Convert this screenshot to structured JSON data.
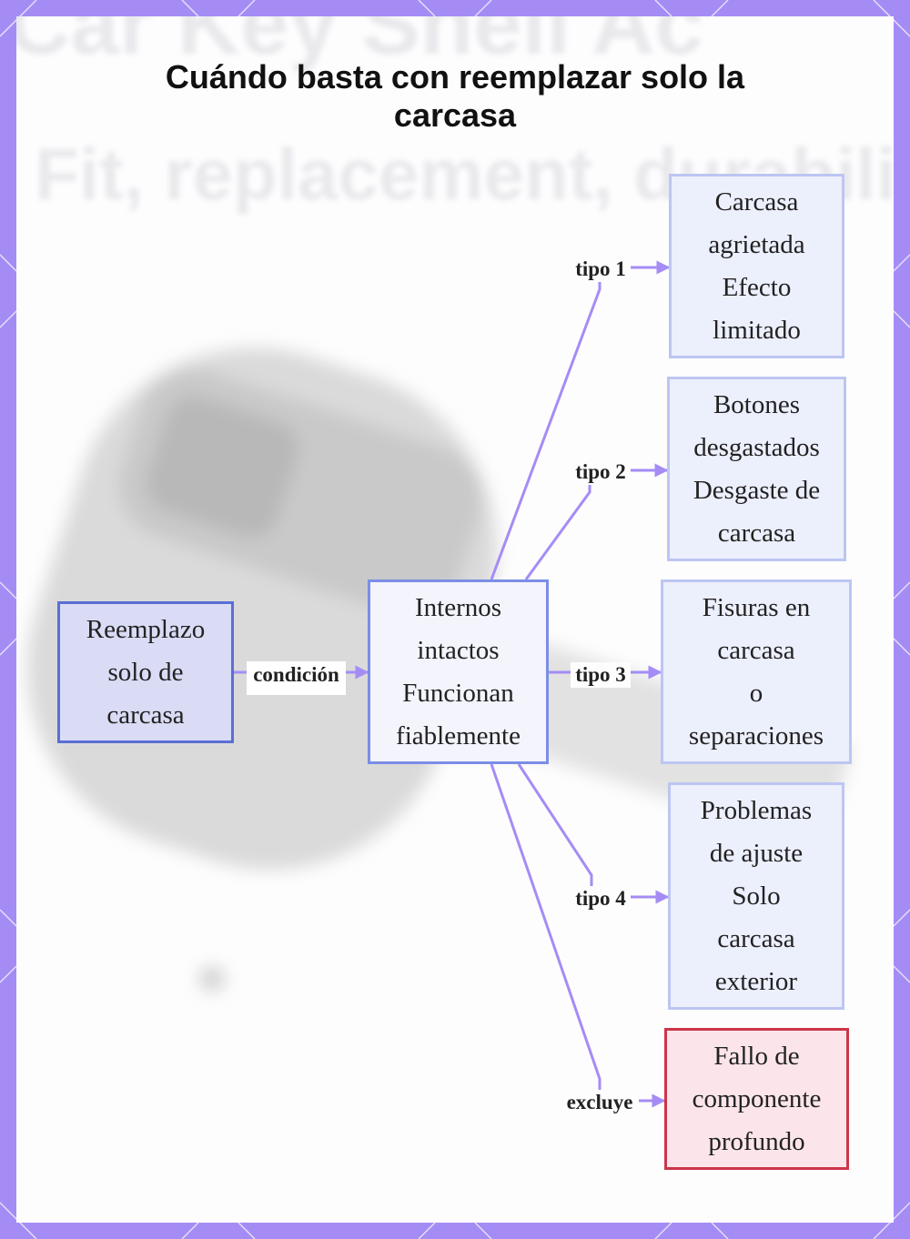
{
  "title": "Cuándo basta con reemplazar solo la carcasa",
  "background_watermark": {
    "line1": "Car Key Shell Ac",
    "line2": "Fit, replacement, durabilit"
  },
  "nodes": {
    "root": "Reemplazo\nsolo de\ncarcasa",
    "middle": "Internos\nintactos\nFuncionan\nfiablemente",
    "tipo1": "Carcasa\nagrietada\nEfecto\nlimitado",
    "tipo2": "Botones\ndesgastados\nDesgaste de\ncarcasa",
    "tipo3": "Fisuras en\ncarcasa\no\nseparaciones",
    "tipo4": "Problemas\nde ajuste\nSolo\ncarcasa\nexterior",
    "excluye": "Fallo de\ncomponente\nprofundo"
  },
  "edge_labels": {
    "condicion": "condición",
    "tipo1": "tipo 1",
    "tipo2": "tipo 2",
    "tipo3": "tipo 3",
    "tipo4": "tipo 4",
    "excluye": "excluye"
  },
  "colors": {
    "frame": "#a58cf5",
    "edge": "#a58cf5",
    "root_fill": "#dadcf6",
    "root_border": "#5b6ed6",
    "leaf_fill": "#eceffc",
    "leaf_border": "#bcc6f2",
    "exclude_fill": "#fbe5ea",
    "exclude_border": "#cc3549"
  }
}
